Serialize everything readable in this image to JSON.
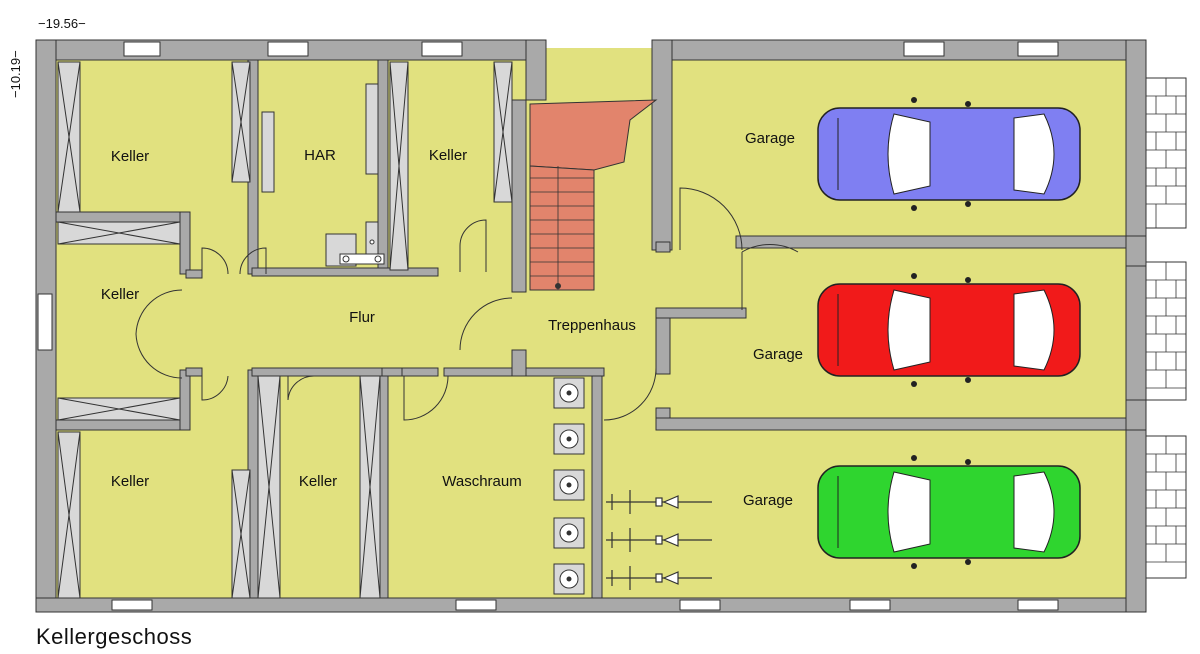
{
  "dimensions": {
    "width": "−19.56−",
    "height": "−10.19−"
  },
  "rooms": [
    {
      "id": "keller-1",
      "label": "Keller"
    },
    {
      "id": "har",
      "label": "HAR"
    },
    {
      "id": "keller-2",
      "label": "Keller"
    },
    {
      "id": "keller-3",
      "label": "Keller"
    },
    {
      "id": "flur",
      "label": "Flur"
    },
    {
      "id": "treppenhaus",
      "label": "Treppenhaus"
    },
    {
      "id": "keller-4",
      "label": "Keller"
    },
    {
      "id": "keller-5",
      "label": "Keller"
    },
    {
      "id": "waschraum",
      "label": "Waschraum"
    },
    {
      "id": "garage-1",
      "label": "Garage"
    },
    {
      "id": "garage-2",
      "label": "Garage"
    },
    {
      "id": "garage-3",
      "label": "Garage"
    }
  ],
  "cars": [
    {
      "color": "#7f7ff2"
    },
    {
      "color": "#f11a1a"
    },
    {
      "color": "#2fd52f"
    }
  ],
  "colors": {
    "floor": "#e1e17f",
    "wall": "#a9a9a9",
    "stairs": "#e2846c",
    "storage": "#d8d8d8"
  },
  "plan_title": "Kellergeschoss"
}
